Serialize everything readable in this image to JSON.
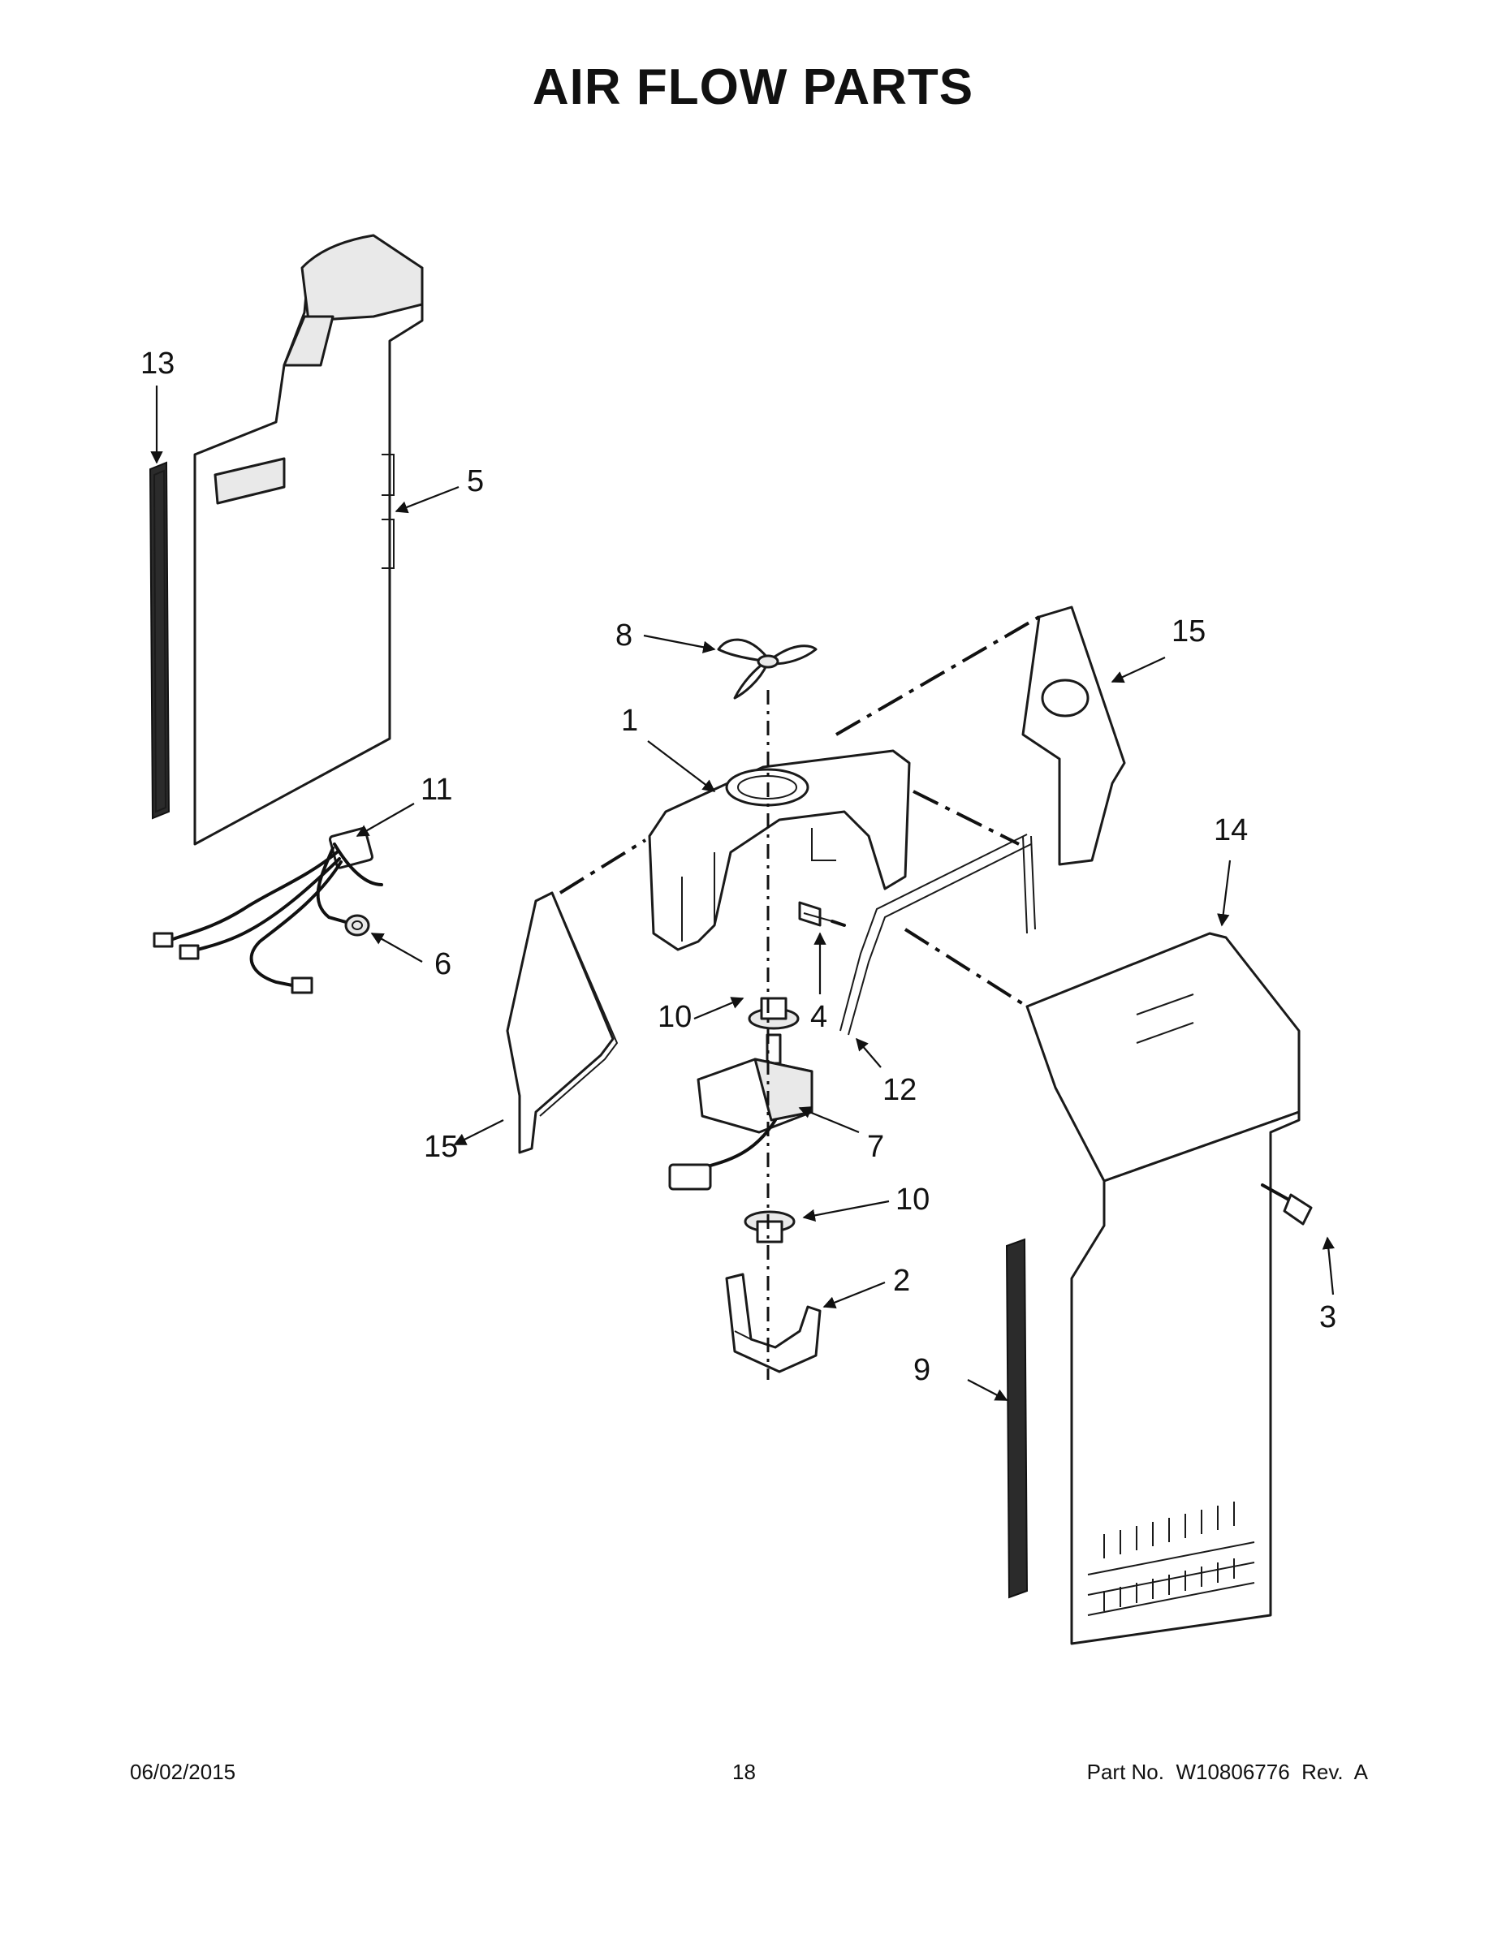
{
  "title": "AIR FLOW PARTS",
  "footer": {
    "date": "06/02/2015",
    "page": "18",
    "part_number": "Part No.  W10806776  Rev.  A"
  },
  "callouts": {
    "c1": "1",
    "c2": "2",
    "c3": "3",
    "c4": "4",
    "c5": "5",
    "c6": "6",
    "c7": "7",
    "c8": "8",
    "c9": "9",
    "c10a": "10",
    "c10b": "10",
    "c11": "11",
    "c12": "12",
    "c13": "13",
    "c14": "14",
    "c15a": "15",
    "c15b": "15"
  }
}
